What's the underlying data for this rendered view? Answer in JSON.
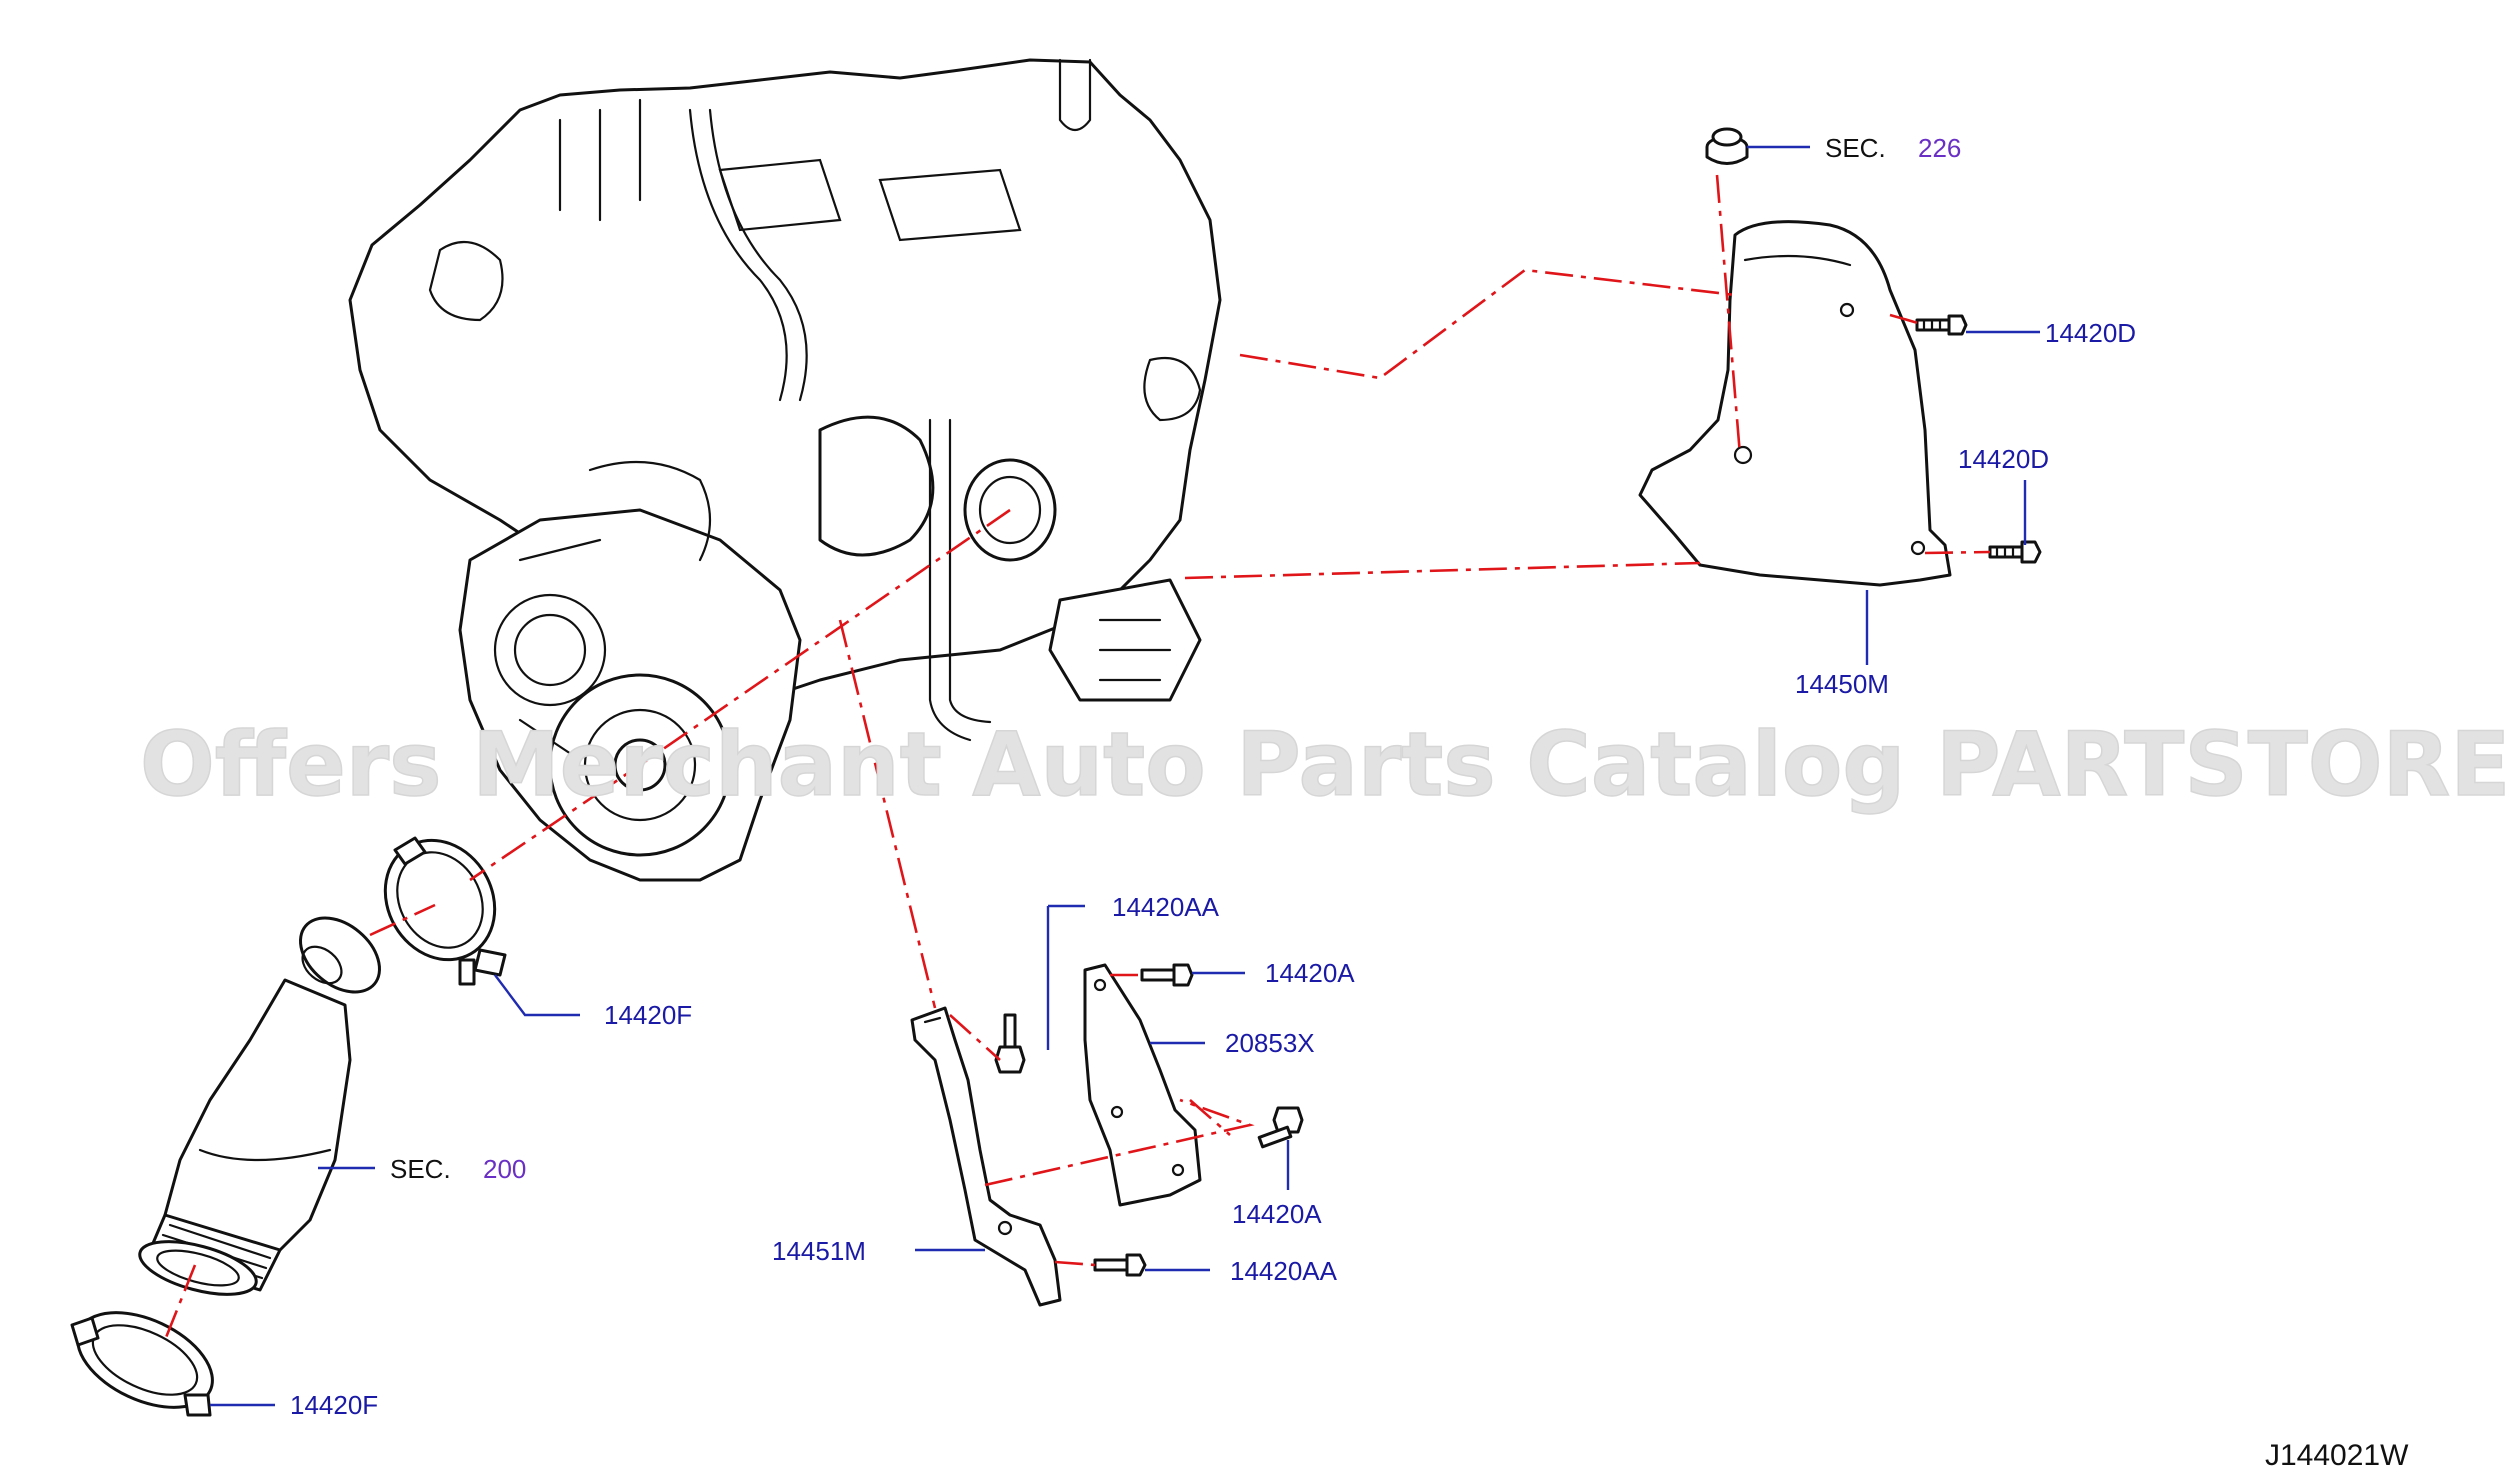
{
  "diagram": {
    "watermark": "Offers Merchant Auto Parts Catalog PARTSTORE.SA",
    "diagram_code": "J144021W",
    "colors": {
      "part_label": "#1a1aa6",
      "leader_line": "#1f2bb0",
      "section_number": "#6a2fc4",
      "centerline": "#e0151a",
      "outline": "#111111"
    },
    "callouts": {
      "sec_226": {
        "prefix": "SEC.",
        "number": "226"
      },
      "p_14420D_top": "14420D",
      "p_14420D_mid": "14420D",
      "p_14450M": "14450M",
      "p_14420AA_top": "14420AA",
      "p_14420A_top": "14420A",
      "p_20853X": "20853X",
      "p_14420A_bot": "14420A",
      "p_14451M": "14451M",
      "p_14420AA_bot": "14420AA",
      "p_14420F_upper": "14420F",
      "sec_200": {
        "prefix": "SEC.",
        "number": "200"
      },
      "p_14420F_lower": "14420F"
    }
  }
}
